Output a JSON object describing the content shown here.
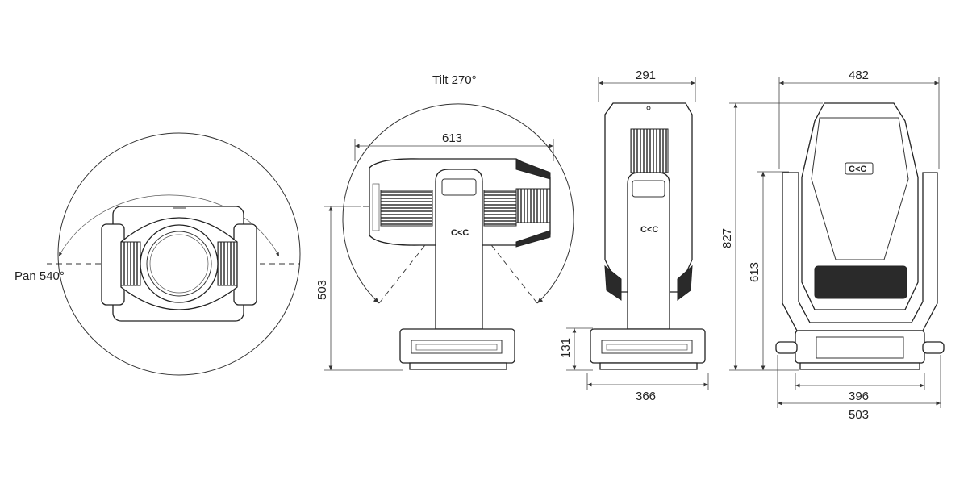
{
  "labels": {
    "pan": "Pan 540°",
    "tilt": "Tilt 270°"
  },
  "dimensions": {
    "side_width": "613",
    "side_height": "503",
    "front_top_width": "291",
    "front_base_height": "131",
    "front_base_width": "366",
    "back_top_width": "482",
    "back_total_height": "827",
    "back_yoke_height": "613",
    "back_base_width": "396",
    "back_overall_width": "503"
  },
  "brand_mark": "C<C"
}
